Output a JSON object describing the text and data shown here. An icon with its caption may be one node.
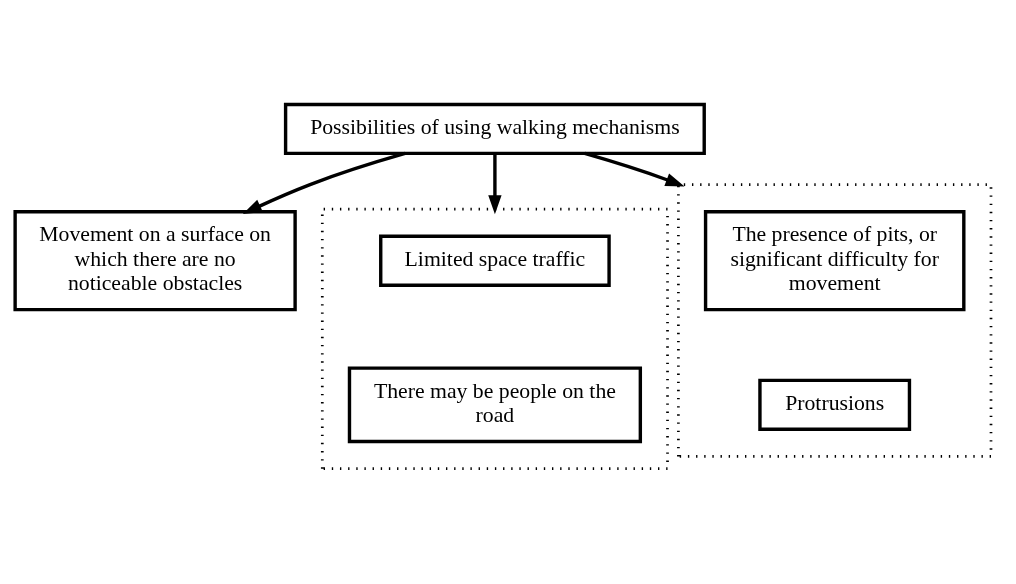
{
  "diagram": {
    "nodes": [
      {
        "text": [
          "Possibilities of using walking mechanisms"
        ]
      },
      {
        "text": [
          "Movement on a surface on which there are no noticeable obstacles"
        ]
      },
      {
        "text": [],
        "shape": "box"
      },
      {
        "text": [
          "Limited space traffic"
        ],
        "in": 2
      },
      {
        "text": [
          "There may be people on the road"
        ],
        "in": 2
      },
      {
        "text": [],
        "shape": "box"
      },
      {
        "text": [
          "The presence of pits, or significant difficulty for movement"
        ],
        "in": 5
      },
      {
        "text": [
          "Protrusions"
        ],
        "in": 5
      }
    ],
    "edges": [
      {
        "from": 0,
        "to": 1,
        "arrow": "to"
      },
      {
        "from": 0,
        "to": 2,
        "arrow": "to"
      },
      {
        "from": 0,
        "to": 5,
        "arrow": "to"
      }
    ]
  }
}
